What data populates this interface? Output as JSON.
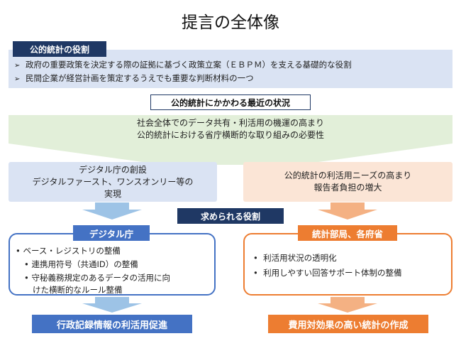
{
  "title": "提言の全体像",
  "role": {
    "label": "公的統計の役割",
    "bullets": [
      "政府の重要政策を決定する際の証拠に基づく政策立案（ＥＢＰＭ）を支える基礎的な役割",
      "民間企業が経営計画を策定するうえでも重要な判断材料の一つ"
    ],
    "bullet_glyph": "➢"
  },
  "situation": {
    "label": "公的統計にかかわる最近の状況",
    "lines": [
      "社会全体でのデータ共有・利活用の機運の高まり",
      "公的統計における省庁横断的な取り組みの必要性"
    ]
  },
  "left_context": {
    "lines": [
      "デジタル庁の創設",
      "デジタルファースト、ワンスオンリー等の",
      "実現"
    ]
  },
  "right_context": {
    "lines": [
      "公的統計の利活用ニーズの高まり",
      "報告者負担の増大"
    ]
  },
  "roles_label": "求められる役割",
  "digital_agency": {
    "tag": "デジタル庁",
    "items": [
      {
        "text": "ベース・レジストリの整備",
        "level": 1
      },
      {
        "text": "連携用符号（共通ID）の整備",
        "level": 2
      },
      {
        "text": "守秘義務規定のあるデータの活用に向",
        "level": 2
      },
      {
        "text": "けた横断的なルール整備",
        "level": 3
      }
    ],
    "result": "行政記録情報の利活用促進"
  },
  "statistics_depts": {
    "tag": "統計部局、各府省",
    "items": [
      {
        "text": "利活用状況の透明化"
      },
      {
        "text": "利用しやすい回答サポート体制の整備"
      }
    ],
    "result": "費用対効果の高い統計の作成"
  },
  "colors": {
    "navy": "#1f3864",
    "blue": "#4472c4",
    "light_blue": "#dae3f3",
    "light_green": "#e2efd9",
    "orange": "#ed7d31",
    "light_orange": "#fbe5d6",
    "arrow_blue": "#9dc3e6",
    "arrow_orange": "#f4b183"
  }
}
